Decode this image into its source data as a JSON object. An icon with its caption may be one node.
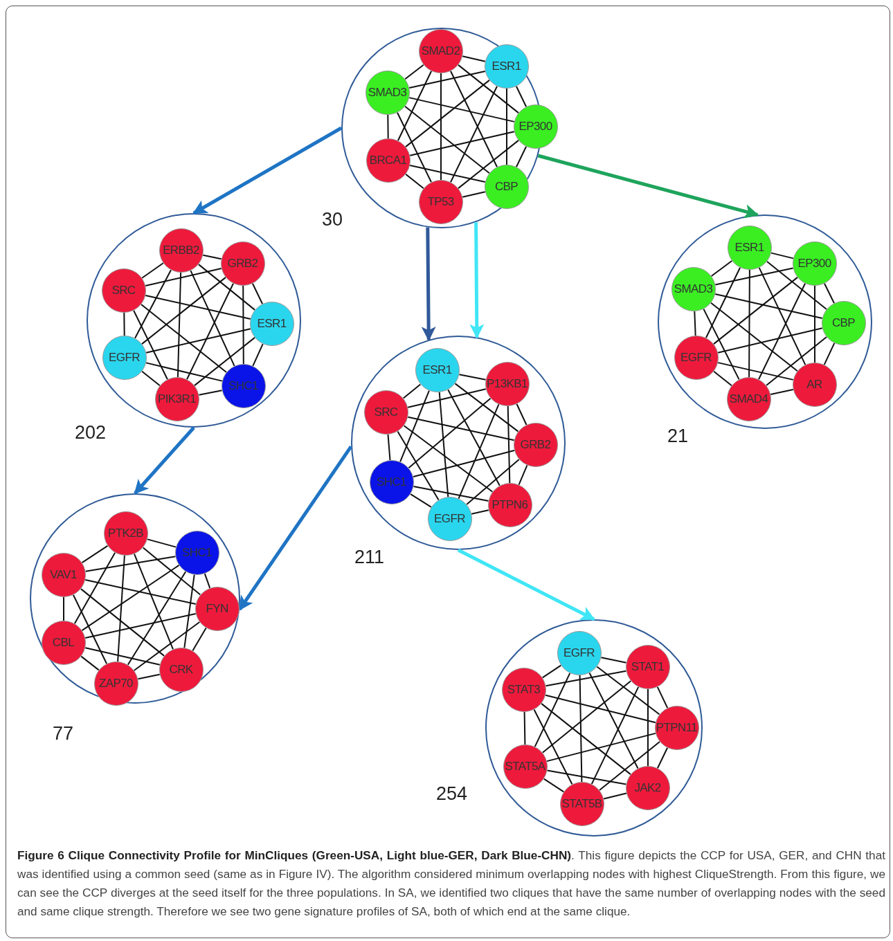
{
  "diagram": {
    "caption": "**Figure 6 Clique Connectivity Profile for MinCliques (Green-USA, Light blue-GER, Dark Blue-CHN)**. This figure depicts the CCP for USA, GER, and CHN that was identified using a common seed (same as in Figure IV). The algorithm considered minimum overlapping nodes with highest CliqueStrength. From this figure, we can see the CCP diverges at the seed itself for the three populations. In SA, we identified two cliques that have the same number of overlapping nodes with the seed and same clique strength. Therefore we see two gene signature profiles of SA, both of which end at the same clique.",
    "nodes": [
      {
        "text": [],
        "shape": "circle",
        "beside": [
          "30"
        ]
      },
      {
        "text": [
          "SMAD2"
        ],
        "in": 0
      },
      {
        "text": [
          "ESR1"
        ],
        "in": 0
      },
      {
        "text": [
          "SMAD3"
        ],
        "in": 0
      },
      {
        "text": [
          "EP300"
        ],
        "in": 0
      },
      {
        "text": [
          "BRCA1"
        ],
        "in": 0
      },
      {
        "text": [
          "CBP"
        ],
        "in": 0
      },
      {
        "text": [
          "TP53"
        ],
        "in": 0
      },
      {
        "text": [],
        "shape": "circle",
        "beside": [
          "202"
        ]
      },
      {
        "text": [
          "ERBB2"
        ],
        "in": 8
      },
      {
        "text": [
          "GRB2"
        ],
        "in": 8
      },
      {
        "text": [
          "SRC"
        ],
        "in": 8
      },
      {
        "text": [
          "ESR1"
        ],
        "in": 8
      },
      {
        "text": [
          "EGFR"
        ],
        "in": 8
      },
      {
        "text": [
          "SHC1"
        ],
        "in": 8
      },
      {
        "text": [
          "PIK3R1"
        ],
        "in": 8
      },
      {
        "text": [],
        "shape": "circle",
        "beside": [
          "21"
        ]
      },
      {
        "text": [
          "ESR1"
        ],
        "in": 16
      },
      {
        "text": [
          "EP300"
        ],
        "in": 16
      },
      {
        "text": [
          "SMAD3"
        ],
        "in": 16
      },
      {
        "text": [
          "CBP"
        ],
        "in": 16
      },
      {
        "text": [
          "EGFR"
        ],
        "in": 16
      },
      {
        "text": [
          "AR"
        ],
        "in": 16
      },
      {
        "text": [
          "SMAD4"
        ],
        "in": 16
      },
      {
        "text": [],
        "shape": "circle",
        "beside": [
          "211"
        ]
      },
      {
        "text": [
          "ESR1"
        ],
        "in": 24
      },
      {
        "text": [
          "P13KB1"
        ],
        "in": 24
      },
      {
        "text": [
          "SRC"
        ],
        "in": 24
      },
      {
        "text": [
          "GRB2"
        ],
        "in": 24
      },
      {
        "text": [
          "SHC1"
        ],
        "in": 24
      },
      {
        "text": [
          "PTPN6"
        ],
        "in": 24
      },
      {
        "text": [
          "EGFR"
        ],
        "in": 24
      },
      {
        "text": [],
        "shape": "circle",
        "beside": [
          "77"
        ]
      },
      {
        "text": [
          "PTK2B"
        ],
        "in": 32
      },
      {
        "text": [
          "SHC1"
        ],
        "in": 32
      },
      {
        "text": [
          "VAV1"
        ],
        "in": 32
      },
      {
        "text": [
          "FYN"
        ],
        "in": 32
      },
      {
        "text": [
          "CBL"
        ],
        "in": 32
      },
      {
        "text": [
          "CRK"
        ],
        "in": 32
      },
      {
        "text": [
          "ZAP70"
        ],
        "in": 32
      },
      {
        "text": [],
        "shape": "circle",
        "beside": [
          "254"
        ]
      },
      {
        "text": [
          "EGFR"
        ],
        "in": 40
      },
      {
        "text": [
          "STAT1"
        ],
        "in": 40
      },
      {
        "text": [
          "STAT3"
        ],
        "in": 40
      },
      {
        "text": [
          "PTPN11"
        ],
        "in": 40
      },
      {
        "text": [
          "STAT5A"
        ],
        "in": 40
      },
      {
        "text": [
          "JAK2"
        ],
        "in": 40
      },
      {
        "text": [
          "STAT5B"
        ],
        "in": 40
      }
    ],
    "edges": [
      {
        "from": 0,
        "to": 8,
        "arrow": "to",
        "style": "thick",
        "color": "#1f74c4"
      },
      {
        "from": 0,
        "to": 24,
        "arrow": "to",
        "style": "thick",
        "color": "#30599a"
      },
      {
        "from": 0,
        "to": 24,
        "arrow": "to",
        "style": "thick",
        "color": "#40e6f6"
      },
      {
        "from": 0,
        "to": 16,
        "arrow": "to",
        "style": "thick",
        "color": "#1ea45c"
      },
      {
        "from": 8,
        "to": 32,
        "arrow": "to",
        "style": "thick",
        "color": "#1f74c4"
      },
      {
        "from": 24,
        "to": 32,
        "arrow": "to",
        "style": "thick",
        "color": "#1f74c4"
      },
      {
        "from": 24,
        "to": 40,
        "arrow": "to",
        "style": "thick",
        "color": "#40e6f6"
      },
      {
        "from": 1,
        "to": 2,
        "arrow": "none"
      },
      {
        "from": 1,
        "to": 3,
        "arrow": "none"
      },
      {
        "from": 1,
        "to": 4,
        "arrow": "none"
      },
      {
        "from": 1,
        "to": 5,
        "arrow": "none"
      },
      {
        "from": 1,
        "to": 6,
        "arrow": "none"
      },
      {
        "from": 1,
        "to": 7,
        "arrow": "none"
      },
      {
        "from": 2,
        "to": 3,
        "arrow": "none"
      },
      {
        "from": 2,
        "to": 4,
        "arrow": "none"
      },
      {
        "from": 2,
        "to": 5,
        "arrow": "none"
      },
      {
        "from": 2,
        "to": 6,
        "arrow": "none"
      },
      {
        "from": 2,
        "to": 7,
        "arrow": "none"
      },
      {
        "from": 3,
        "to": 4,
        "arrow": "none"
      },
      {
        "from": 3,
        "to": 5,
        "arrow": "none"
      },
      {
        "from": 3,
        "to": 6,
        "arrow": "none"
      },
      {
        "from": 3,
        "to": 7,
        "arrow": "none"
      },
      {
        "from": 4,
        "to": 5,
        "arrow": "none"
      },
      {
        "from": 4,
        "to": 6,
        "arrow": "none"
      },
      {
        "from": 4,
        "to": 7,
        "arrow": "none"
      },
      {
        "from": 5,
        "to": 6,
        "arrow": "none"
      },
      {
        "from": 5,
        "to": 7,
        "arrow": "none"
      },
      {
        "from": 6,
        "to": 7,
        "arrow": "none"
      },
      {
        "from": 9,
        "to": 10,
        "arrow": "none"
      },
      {
        "from": 9,
        "to": 11,
        "arrow": "none"
      },
      {
        "from": 9,
        "to": 12,
        "arrow": "none"
      },
      {
        "from": 9,
        "to": 13,
        "arrow": "none"
      },
      {
        "from": 9,
        "to": 14,
        "arrow": "none"
      },
      {
        "from": 9,
        "to": 15,
        "arrow": "none"
      },
      {
        "from": 10,
        "to": 11,
        "arrow": "none"
      },
      {
        "from": 10,
        "to": 12,
        "arrow": "none"
      },
      {
        "from": 10,
        "to": 13,
        "arrow": "none"
      },
      {
        "from": 10,
        "to": 14,
        "arrow": "none"
      },
      {
        "from": 10,
        "to": 15,
        "arrow": "none"
      },
      {
        "from": 11,
        "to": 12,
        "arrow": "none"
      },
      {
        "from": 11,
        "to": 13,
        "arrow": "none"
      },
      {
        "from": 11,
        "to": 14,
        "arrow": "none"
      },
      {
        "from": 11,
        "to": 15,
        "arrow": "none"
      },
      {
        "from": 12,
        "to": 13,
        "arrow": "none"
      },
      {
        "from": 12,
        "to": 14,
        "arrow": "none"
      },
      {
        "from": 12,
        "to": 15,
        "arrow": "none"
      },
      {
        "from": 13,
        "to": 14,
        "arrow": "none"
      },
      {
        "from": 13,
        "to": 15,
        "arrow": "none"
      },
      {
        "from": 14,
        "to": 15,
        "arrow": "none"
      },
      {
        "from": 17,
        "to": 18,
        "arrow": "none"
      },
      {
        "from": 17,
        "to": 19,
        "arrow": "none"
      },
      {
        "from": 17,
        "to": 20,
        "arrow": "none"
      },
      {
        "from": 17,
        "to": 21,
        "arrow": "none"
      },
      {
        "from": 17,
        "to": 22,
        "arrow": "none"
      },
      {
        "from": 17,
        "to": 23,
        "arrow": "none"
      },
      {
        "from": 18,
        "to": 19,
        "arrow": "none"
      },
      {
        "from": 18,
        "to": 20,
        "arrow": "none"
      },
      {
        "from": 18,
        "to": 21,
        "arrow": "none"
      },
      {
        "from": 18,
        "to": 22,
        "arrow": "none"
      },
      {
        "from": 18,
        "to": 23,
        "arrow": "none"
      },
      {
        "from": 19,
        "to": 20,
        "arrow": "none"
      },
      {
        "from": 19,
        "to": 21,
        "arrow": "none"
      },
      {
        "from": 19,
        "to": 22,
        "arrow": "none"
      },
      {
        "from": 19,
        "to": 23,
        "arrow": "none"
      },
      {
        "from": 20,
        "to": 21,
        "arrow": "none"
      },
      {
        "from": 20,
        "to": 22,
        "arrow": "none"
      },
      {
        "from": 20,
        "to": 23,
        "arrow": "none"
      },
      {
        "from": 21,
        "to": 22,
        "arrow": "none"
      },
      {
        "from": 21,
        "to": 23,
        "arrow": "none"
      },
      {
        "from": 22,
        "to": 23,
        "arrow": "none"
      },
      {
        "from": 25,
        "to": 26,
        "arrow": "none"
      },
      {
        "from": 25,
        "to": 27,
        "arrow": "none"
      },
      {
        "from": 25,
        "to": 28,
        "arrow": "none"
      },
      {
        "from": 25,
        "to": 29,
        "arrow": "none"
      },
      {
        "from": 25,
        "to": 30,
        "arrow": "none"
      },
      {
        "from": 25,
        "to": 31,
        "arrow": "none"
      },
      {
        "from": 26,
        "to": 27,
        "arrow": "none"
      },
      {
        "from": 26,
        "to": 28,
        "arrow": "none"
      },
      {
        "from": 26,
        "to": 29,
        "arrow": "none"
      },
      {
        "from": 26,
        "to": 30,
        "arrow": "none"
      },
      {
        "from": 26,
        "to": 31,
        "arrow": "none"
      },
      {
        "from": 27,
        "to": 28,
        "arrow": "none"
      },
      {
        "from": 27,
        "to": 29,
        "arrow": "none"
      },
      {
        "from": 27,
        "to": 30,
        "arrow": "none"
      },
      {
        "from": 27,
        "to": 31,
        "arrow": "none"
      },
      {
        "from": 28,
        "to": 29,
        "arrow": "none"
      },
      {
        "from": 28,
        "to": 30,
        "arrow": "none"
      },
      {
        "from": 28,
        "to": 31,
        "arrow": "none"
      },
      {
        "from": 29,
        "to": 30,
        "arrow": "none"
      },
      {
        "from": 29,
        "to": 31,
        "arrow": "none"
      },
      {
        "from": 30,
        "to": 31,
        "arrow": "none"
      },
      {
        "from": 33,
        "to": 34,
        "arrow": "none"
      },
      {
        "from": 33,
        "to": 35,
        "arrow": "none"
      },
      {
        "from": 33,
        "to": 36,
        "arrow": "none"
      },
      {
        "from": 33,
        "to": 37,
        "arrow": "none"
      },
      {
        "from": 33,
        "to": 38,
        "arrow": "none"
      },
      {
        "from": 33,
        "to": 39,
        "arrow": "none"
      },
      {
        "from": 34,
        "to": 35,
        "arrow": "none"
      },
      {
        "from": 34,
        "to": 36,
        "arrow": "none"
      },
      {
        "from": 34,
        "to": 37,
        "arrow": "none"
      },
      {
        "from": 34,
        "to": 38,
        "arrow": "none"
      },
      {
        "from": 34,
        "to": 39,
        "arrow": "none"
      },
      {
        "from": 35,
        "to": 36,
        "arrow": "none"
      },
      {
        "from": 35,
        "to": 37,
        "arrow": "none"
      },
      {
        "from": 35,
        "to": 38,
        "arrow": "none"
      },
      {
        "from": 35,
        "to": 39,
        "arrow": "none"
      },
      {
        "from": 36,
        "to": 37,
        "arrow": "none"
      },
      {
        "from": 36,
        "to": 38,
        "arrow": "none"
      },
      {
        "from": 36,
        "to": 39,
        "arrow": "none"
      },
      {
        "from": 37,
        "to": 38,
        "arrow": "none"
      },
      {
        "from": 37,
        "to": 39,
        "arrow": "none"
      },
      {
        "from": 38,
        "to": 39,
        "arrow": "none"
      },
      {
        "from": 41,
        "to": 42,
        "arrow": "none"
      },
      {
        "from": 41,
        "to": 43,
        "arrow": "none"
      },
      {
        "from": 41,
        "to": 44,
        "arrow": "none"
      },
      {
        "from": 41,
        "to": 45,
        "arrow": "none"
      },
      {
        "from": 41,
        "to": 46,
        "arrow": "none"
      },
      {
        "from": 41,
        "to": 47,
        "arrow": "none"
      },
      {
        "from": 42,
        "to": 43,
        "arrow": "none"
      },
      {
        "from": 42,
        "to": 44,
        "arrow": "none"
      },
      {
        "from": 42,
        "to": 45,
        "arrow": "none"
      },
      {
        "from": 42,
        "to": 46,
        "arrow": "none"
      },
      {
        "from": 42,
        "to": 47,
        "arrow": "none"
      },
      {
        "from": 43,
        "to": 44,
        "arrow": "none"
      },
      {
        "from": 43,
        "to": 45,
        "arrow": "none"
      },
      {
        "from": 43,
        "to": 46,
        "arrow": "none"
      },
      {
        "from": 43,
        "to": 47,
        "arrow": "none"
      },
      {
        "from": 44,
        "to": 45,
        "arrow": "none"
      },
      {
        "from": 44,
        "to": 46,
        "arrow": "none"
      },
      {
        "from": 44,
        "to": 47,
        "arrow": "none"
      },
      {
        "from": 45,
        "to": 46,
        "arrow": "none"
      },
      {
        "from": 45,
        "to": 47,
        "arrow": "none"
      },
      {
        "from": 46,
        "to": 47,
        "arrow": "none"
      }
    ]
  }
}
